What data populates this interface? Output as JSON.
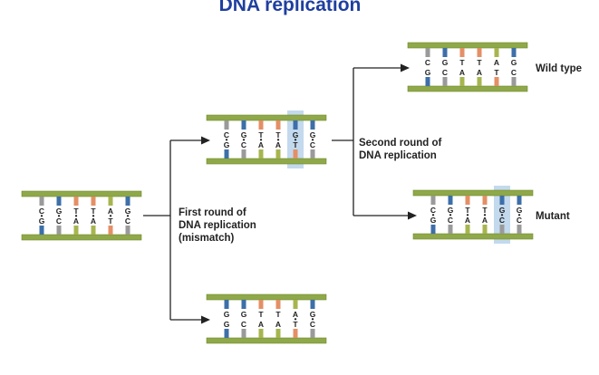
{
  "title": "DNA replication",
  "labels": {
    "first_round_line1": "First round of",
    "first_round_line2": "DNA replication",
    "first_round_line3": "(mismatch)",
    "second_round_line1": "Second round of",
    "second_round_line2": "DNA replication",
    "wild_type": "Wild type",
    "mutant": "Mutant"
  },
  "colors": {
    "backbone": "#8fa84a",
    "backbone_dark": "#6f8a2c",
    "C": "#9a9a9a",
    "G": "#3d6fa8",
    "T": "#e48f66",
    "A": "#a7b54f",
    "highlight": "#b9d2ea",
    "arrow": "#222222",
    "title": "#1f3f9f"
  },
  "molecules": {
    "parent": {
      "top": [
        "C",
        "G",
        "T",
        "T",
        "A",
        "G"
      ],
      "bottom": [
        "G",
        "C",
        "A",
        "A",
        "T",
        "C"
      ],
      "dots": [
        true,
        true,
        true,
        true,
        true,
        true
      ]
    },
    "upper_daughter": {
      "top": [
        "C",
        "G",
        "T",
        "T",
        "G",
        "G"
      ],
      "bottom": [
        "G",
        "C",
        "A",
        "A",
        "T",
        "C"
      ],
      "dots": [
        true,
        true,
        true,
        true,
        true,
        true
      ],
      "highlight_index": 4
    },
    "lower_daughter": {
      "top": [
        "G",
        "G",
        "T",
        "T",
        "A",
        "G"
      ],
      "bottom": [
        "G",
        "C",
        "A",
        "A",
        "T",
        "C"
      ],
      "dots": [
        false,
        false,
        false,
        false,
        true,
        true
      ]
    },
    "wild_type": {
      "top": [
        "C",
        "G",
        "T",
        "T",
        "A",
        "G"
      ],
      "bottom": [
        "G",
        "C",
        "A",
        "A",
        "T",
        "C"
      ],
      "dots": [
        false,
        false,
        false,
        false,
        false,
        false
      ]
    },
    "mutant": {
      "top": [
        "C",
        "G",
        "T",
        "T",
        "G",
        "G"
      ],
      "bottom": [
        "G",
        "C",
        "A",
        "A",
        "C",
        "C"
      ],
      "dots": [
        true,
        true,
        true,
        true,
        true,
        true
      ],
      "highlight_index": 4
    }
  }
}
